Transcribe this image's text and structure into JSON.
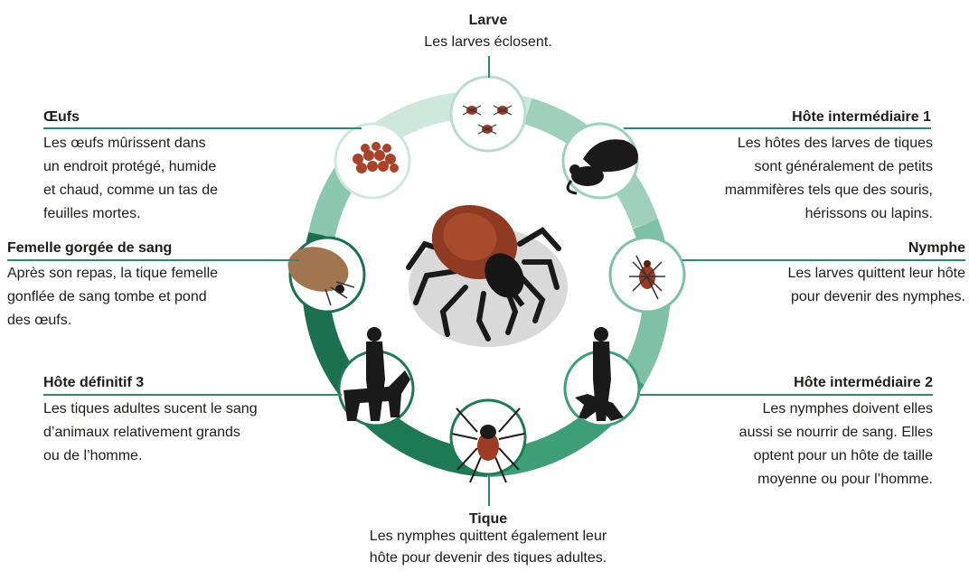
{
  "stages": {
    "larve": {
      "title": "Larve",
      "text": "Les larves éclosent."
    },
    "hote1": {
      "title": "Hôte intermédiaire 1",
      "lines": [
        "Les hôtes des larves de tiques",
        "sont généralement de petits",
        "mammifères tels que des souris,",
        "hérissons ou lapins."
      ]
    },
    "nymphe": {
      "title": "Nymphe",
      "lines": [
        "Les larves quittent leur hôte",
        "pour devenir des nymphes."
      ]
    },
    "hote2": {
      "title": "Hôte intermédiaire 2",
      "lines": [
        "Les nymphes doivent elles",
        "aussi se nourrir de sang. Elles",
        "optent pour un hôte de taille",
        "moyenne ou pour l’homme."
      ]
    },
    "tique": {
      "title": "Tique",
      "lines": [
        "Les nymphes quittent également leur",
        "hôte pour devenir des tiques adultes."
      ]
    },
    "hote3": {
      "title": "Hôte définitif 3",
      "lines": [
        "Les tiques adultes sucent le sang",
        "d’animaux relativement grands",
        "ou de l’homme."
      ]
    },
    "femelle": {
      "title": "Femelle gorgée de sang",
      "lines": [
        "Après son repas, la tique femelle",
        "gonflée de sang tombe et pond",
        "des œufs."
      ]
    },
    "oeufs": {
      "title": "Œufs",
      "lines": [
        "Les œufs mûrissent dans",
        "un endroit protégé, humide",
        "et chaud, comme un tas de",
        "feuilles mortes."
      ]
    }
  },
  "colors": {
    "ring_light": "#b9dccd",
    "ring_mid": "#7fc1a6",
    "ring_dark": "#1e7a55",
    "tick_red": "#9e3b25",
    "tick_black": "#1a1a1a"
  }
}
